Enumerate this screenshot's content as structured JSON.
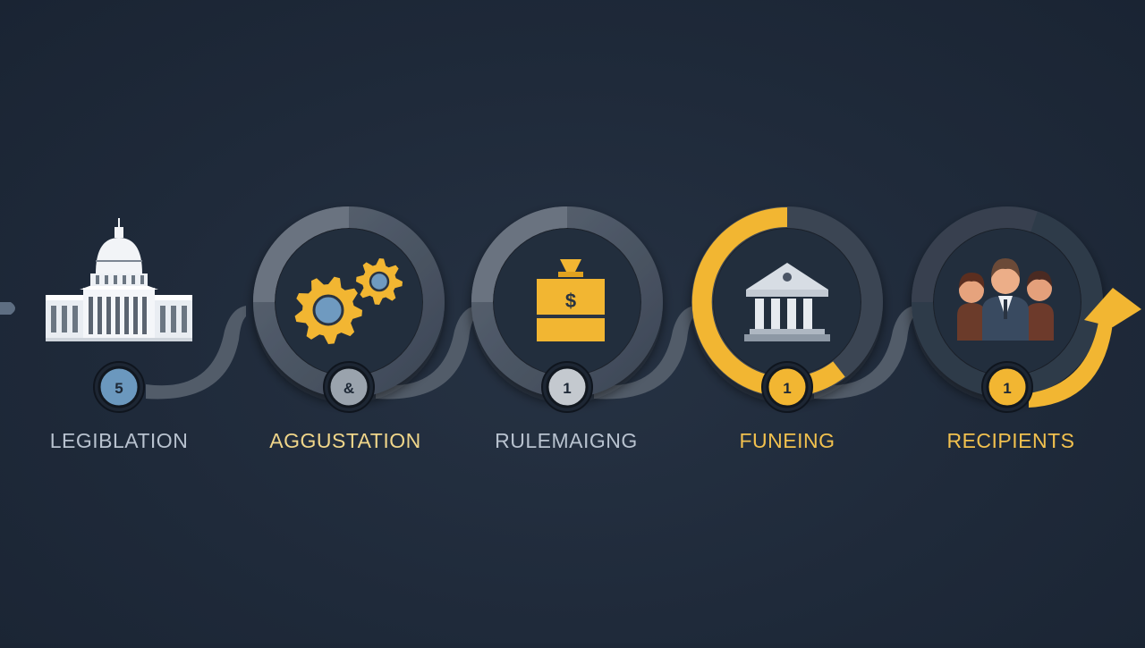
{
  "colors": {
    "background": "#1f2a3a",
    "ring_gray": "#4b5563",
    "ring_dark": "#323c4b",
    "accent_gold": "#f2b632",
    "accent_blue": "#5f8fb8",
    "label_gray": "#b8c2cf"
  },
  "steps": [
    {
      "label": "LEGIBLATION",
      "badge": "5",
      "icon": "capitol-icon",
      "label_color": "#b8c2cf",
      "badge_fill": "#6b98be",
      "badge_text": "#1d2836",
      "ring": "none"
    },
    {
      "label": "AGGUSTATION",
      "badge": "&",
      "icon": "gears-icon",
      "label_color": "#f0d68a",
      "badge_fill": "#9aa3ad",
      "badge_text": "#1d2836",
      "ring": "gray"
    },
    {
      "label": "RULEMAIGNG",
      "badge": "1",
      "icon": "money-bag-icon",
      "label_color": "#b8c2cf",
      "badge_fill": "#c4c9cf",
      "badge_text": "#1d2836",
      "ring": "gray"
    },
    {
      "label": "FUNEING",
      "badge": "1",
      "icon": "bank-icon",
      "label_color": "#f2c14e",
      "badge_fill": "#f2b632",
      "badge_text": "#1d2836",
      "ring": "gold"
    },
    {
      "label": "RECIPIENTS",
      "badge": "1",
      "icon": "people-icon",
      "label_color": "#f2c14e",
      "badge_fill": "#f2b632",
      "badge_text": "#1d2836",
      "ring": "dark"
    }
  ],
  "money_bag_symbol": "$"
}
